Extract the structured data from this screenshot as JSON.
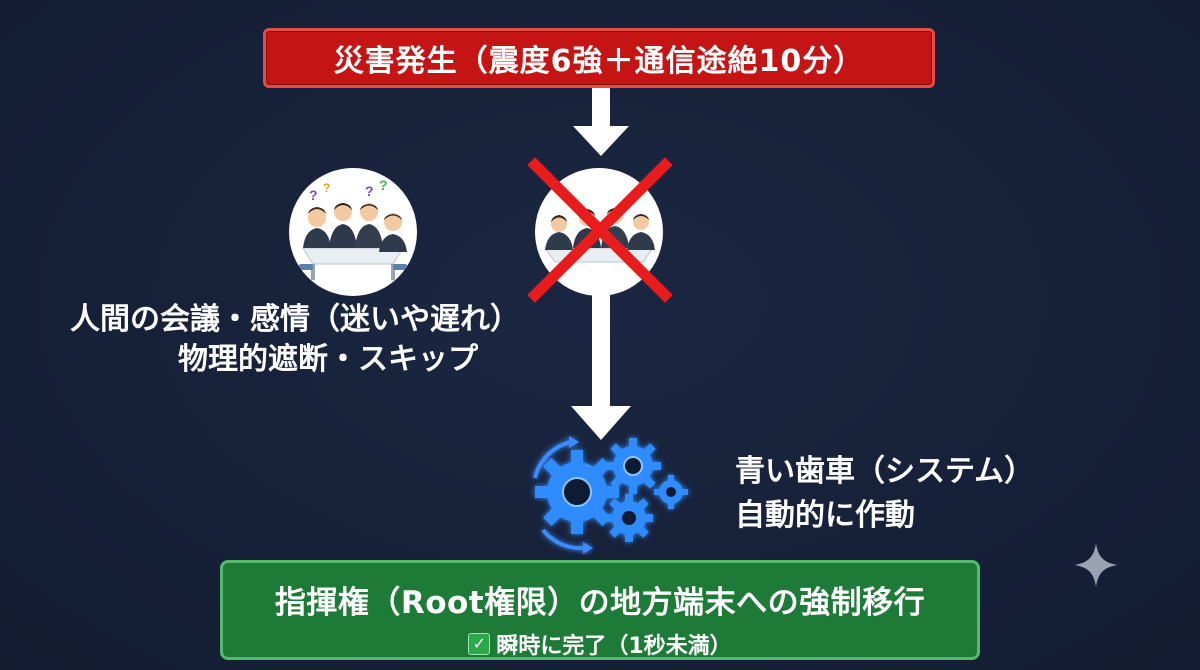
{
  "top_box": {
    "text": "災害発生（震度6強＋通信途絶10分）"
  },
  "left_label": {
    "line1": "人間の会議・感情（迷いや遅れ）",
    "line2": "物理的遮断・スキップ"
  },
  "right_label": {
    "line1": "青い歯車（システム）",
    "line2": "自動的に作動"
  },
  "bottom_box": {
    "main": "指揮権（Root権限）の地方端末への強制移行",
    "sub": "瞬時に完了（1秒未満）",
    "check_icon": "check-mark-icon"
  },
  "colors": {
    "background": "#18223a",
    "top_box": "#c51414",
    "bottom_box": "#1e7a37",
    "cross": "#e81c1c",
    "gear": "#2f8cff"
  }
}
